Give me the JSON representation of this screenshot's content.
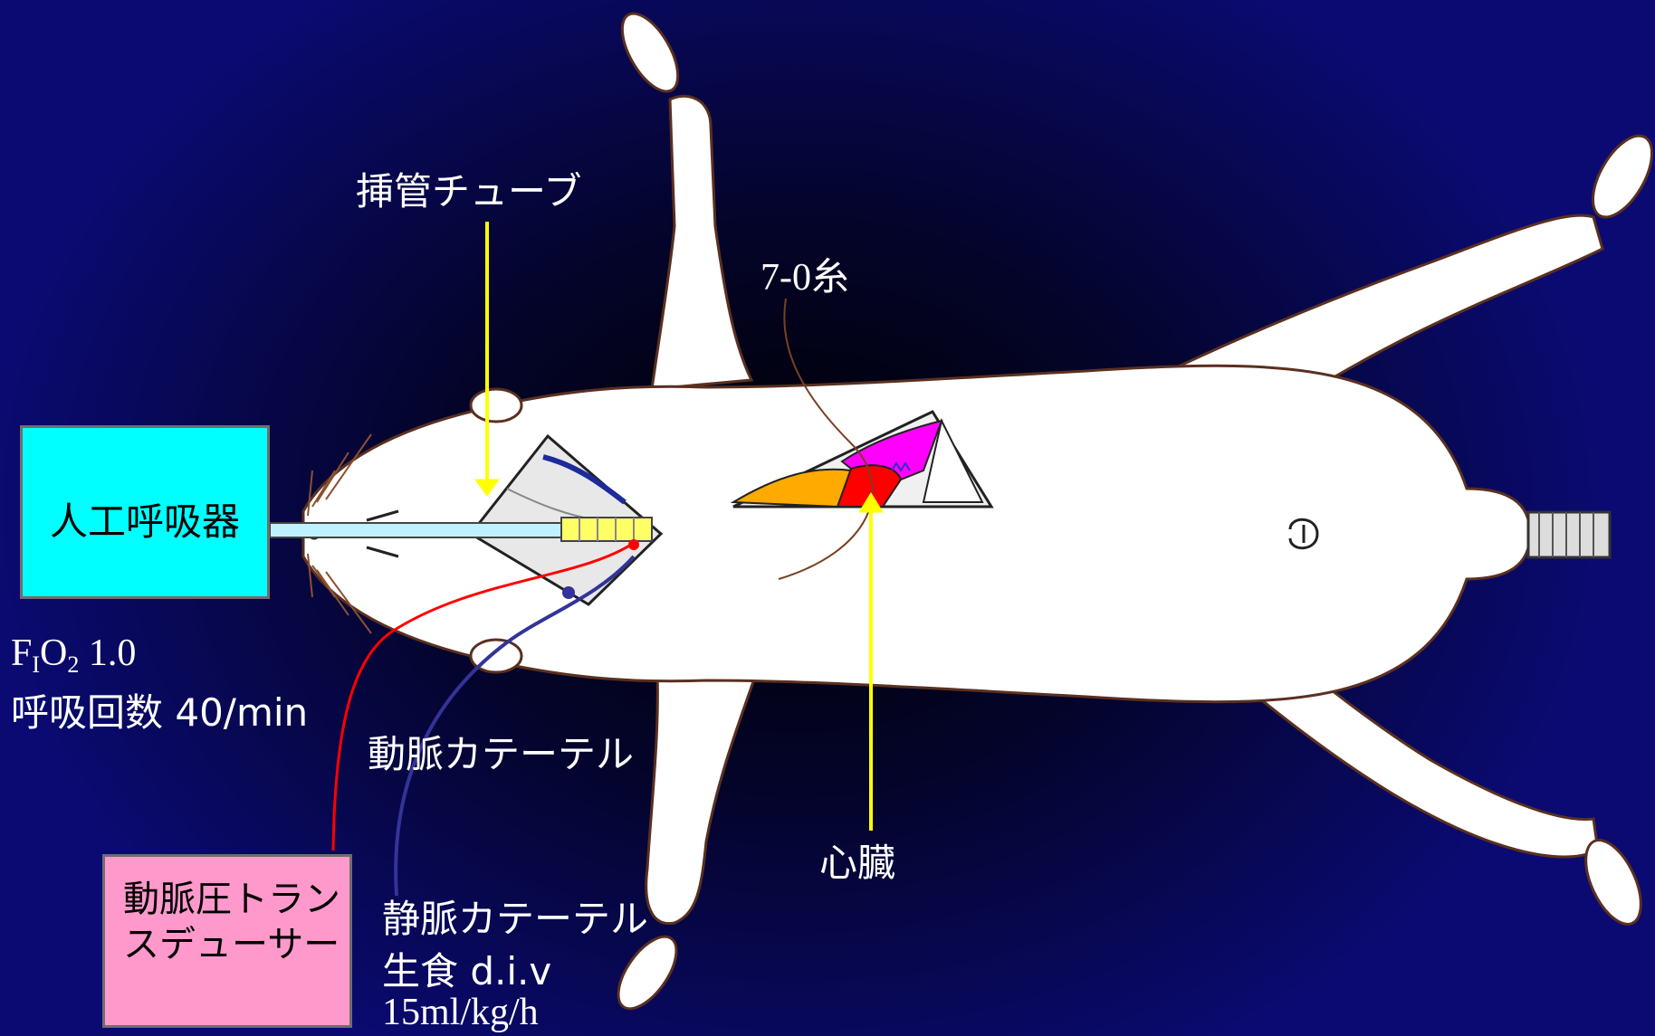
{
  "labels": {
    "intubation_tube": "挿管チューブ",
    "suture": "7-0糸",
    "ventilator": "人工呼吸器",
    "fio2_f": "F",
    "fio2_i": "I",
    "fio2_o": "O",
    "fio2_2": "2",
    "fio2_value": " 1.0",
    "resp_rate": "呼吸回数 40/min",
    "arterial_catheter": "動脈カテーテル",
    "heart": "心臓",
    "arterial_transducer": "動脈圧トランスデューサー",
    "venous_catheter": "静脈カテーテル",
    "saline": "生食 d.i.v",
    "infusion_rate": "15ml/kg/h"
  },
  "colors": {
    "ventilator_box": "#00ffff",
    "transducer_box": "#ff99cc",
    "pointer_arrows": "#ffff00",
    "arterial_line": "#ff0000",
    "venous_line": "#333399",
    "heart_red": "#ff0000",
    "heart_magenta": "#ff00ff",
    "heart_orange": "#ffaa00"
  }
}
